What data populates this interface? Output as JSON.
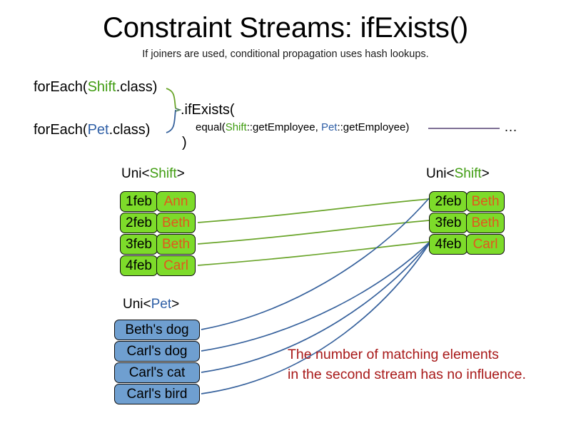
{
  "slide": {
    "title": "Constraint Streams: ifExists()",
    "subtitle": "If joiners are used, conditional propagation uses hash lookups.",
    "background": "#ffffff"
  },
  "colors": {
    "shift_green_text": "#3f9c10",
    "pet_blue_text": "#2f5fa6",
    "shift_box_fill": "#7ddb2a",
    "pet_box_fill": "#6f9fd0",
    "name_orange": "#e2571e",
    "note_red": "#a81919",
    "green_wire": "#6aa52a",
    "blue_wire": "#36619c",
    "equal_line": "#6b5b86"
  },
  "code": {
    "foreach_shift": {
      "prefix": "forEach(",
      "type": "Shift",
      "suffix": ".class)"
    },
    "foreach_pet": {
      "prefix": "forEach(",
      "type": "Pet",
      "suffix": ".class)"
    },
    "ifexists": ".ifExists(",
    "equal": {
      "prefix": "equal(",
      "left_type": "Shift",
      "left_method": "::getEmployee, ",
      "right_type": "Pet",
      "right_method": "::getEmployee)"
    },
    "close_paren": ")",
    "ellipsis": "…"
  },
  "streams": {
    "left_shift": {
      "label_prefix": "Uni<",
      "label_type": "Shift",
      "label_suffix": ">",
      "rows": [
        {
          "date": "1feb",
          "name": "Ann"
        },
        {
          "date": "2feb",
          "name": "Beth"
        },
        {
          "date": "3feb",
          "name": "Beth"
        },
        {
          "date": "4feb",
          "name": "Carl"
        }
      ]
    },
    "right_shift": {
      "label_prefix": "Uni<",
      "label_type": "Shift",
      "label_suffix": ">",
      "rows": [
        {
          "date": "2feb",
          "name": "Beth"
        },
        {
          "date": "3feb",
          "name": "Beth"
        },
        {
          "date": "4feb",
          "name": "Carl"
        }
      ]
    },
    "pet": {
      "label_prefix": "Uni<",
      "label_type": "Pet",
      "label_suffix": ">",
      "rows": [
        {
          "text": "Beth's dog"
        },
        {
          "text": "Carl's dog"
        },
        {
          "text": "Carl's cat"
        },
        {
          "text": "Carl's bird"
        }
      ]
    }
  },
  "note": {
    "line1": "The number of matching elements",
    "line2": "in the second stream has no influence."
  }
}
